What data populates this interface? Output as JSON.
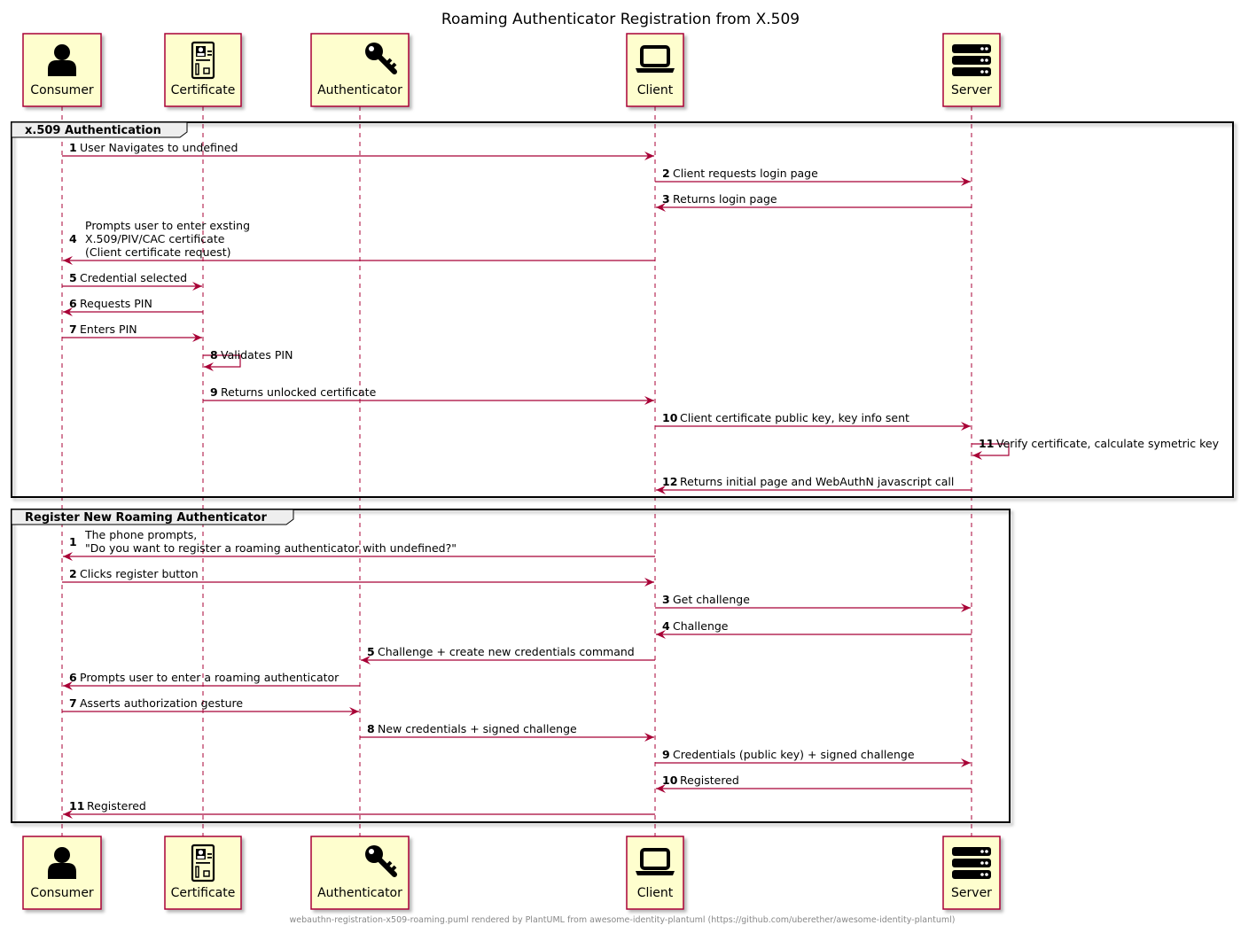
{
  "title": "Roaming Authenticator Registration from X.509",
  "footer": "webauthn-registration-x509-roaming.puml rendered by PlantUML from awesome-identity-plantuml (https://github.com/uberether/awesome-identity-plantuml)",
  "colors": {
    "participant_fill": "#FEFECE",
    "participant_border": "#A80036",
    "arrow": "#A80036",
    "lifeline": "#A80036",
    "group_border": "#000000",
    "group_tab": "#EEEEEE"
  },
  "participants": [
    {
      "id": "consumer",
      "label": "Consumer",
      "icon": "user-icon"
    },
    {
      "id": "certificate",
      "label": "Certificate",
      "icon": "id-card-icon"
    },
    {
      "id": "authenticator",
      "label": "Authenticator",
      "icon": "key-icon"
    },
    {
      "id": "client",
      "label": "Client",
      "icon": "laptop-icon"
    },
    {
      "id": "server",
      "label": "Server",
      "icon": "server-icon"
    }
  ],
  "groups": [
    {
      "title": "x.509 Authentication",
      "messages": [
        {
          "num": "1",
          "from": "consumer",
          "to": "client",
          "lines": [
            "User Navigates to undefined"
          ]
        },
        {
          "num": "2",
          "from": "client",
          "to": "server",
          "lines": [
            "Client requests login page"
          ]
        },
        {
          "num": "3",
          "from": "server",
          "to": "client",
          "lines": [
            "Returns login page"
          ]
        },
        {
          "num": "4",
          "from": "client",
          "to": "consumer",
          "lines": [
            "Prompts user to enter exsting",
            "X.509/PIV/CAC certificate",
            "(Client certificate request)"
          ]
        },
        {
          "num": "5",
          "from": "consumer",
          "to": "certificate",
          "lines": [
            "Credential selected"
          ]
        },
        {
          "num": "6",
          "from": "certificate",
          "to": "consumer",
          "lines": [
            "Requests PIN"
          ]
        },
        {
          "num": "7",
          "from": "consumer",
          "to": "certificate",
          "lines": [
            "Enters PIN"
          ]
        },
        {
          "num": "8",
          "from": "certificate",
          "to": "certificate",
          "lines": [
            "Validates PIN"
          ]
        },
        {
          "num": "9",
          "from": "certificate",
          "to": "client",
          "lines": [
            "Returns unlocked certificate"
          ]
        },
        {
          "num": "10",
          "from": "client",
          "to": "server",
          "lines": [
            "Client certificate public key, key info sent"
          ]
        },
        {
          "num": "11",
          "from": "server",
          "to": "server",
          "lines": [
            "Verify certificate, calculate symetric key"
          ]
        },
        {
          "num": "12",
          "from": "server",
          "to": "client",
          "lines": [
            "Returns initial page and WebAuthN javascript call"
          ]
        }
      ]
    },
    {
      "title": "Register New Roaming Authenticator",
      "messages": [
        {
          "num": "1",
          "from": "client",
          "to": "consumer",
          "lines": [
            "The phone prompts,",
            "\"Do you want to register a roaming authenticator with undefined?\""
          ]
        },
        {
          "num": "2",
          "from": "consumer",
          "to": "client",
          "lines": [
            "Clicks register button"
          ]
        },
        {
          "num": "3",
          "from": "client",
          "to": "server",
          "lines": [
            "Get challenge"
          ]
        },
        {
          "num": "4",
          "from": "server",
          "to": "client",
          "lines": [
            "Challenge"
          ]
        },
        {
          "num": "5",
          "from": "client",
          "to": "authenticator",
          "lines": [
            "Challenge + create new credentials command"
          ]
        },
        {
          "num": "6",
          "from": "authenticator",
          "to": "consumer",
          "lines": [
            "Prompts user to enter a roaming authenticator"
          ]
        },
        {
          "num": "7",
          "from": "consumer",
          "to": "authenticator",
          "lines": [
            "Asserts authorization gesture"
          ]
        },
        {
          "num": "8",
          "from": "authenticator",
          "to": "client",
          "lines": [
            "New credentials + signed challenge"
          ]
        },
        {
          "num": "9",
          "from": "client",
          "to": "server",
          "lines": [
            "Credentials (public key) + signed challenge"
          ]
        },
        {
          "num": "10",
          "from": "server",
          "to": "client",
          "lines": [
            "Registered"
          ]
        },
        {
          "num": "11",
          "from": "client",
          "to": "consumer",
          "lines": [
            "Registered"
          ]
        }
      ]
    }
  ]
}
